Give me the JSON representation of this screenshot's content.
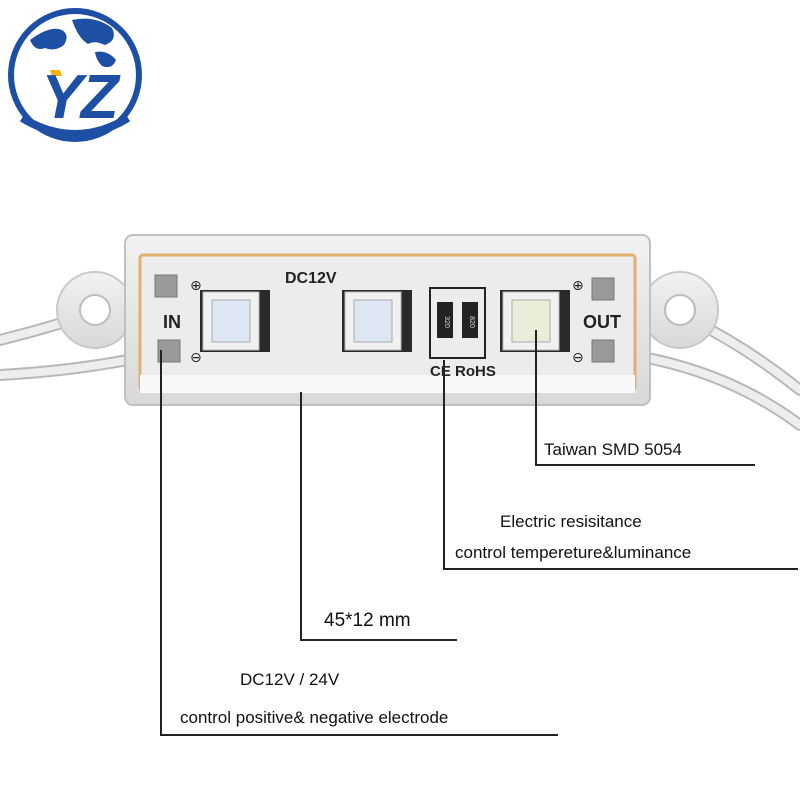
{
  "logo": {
    "letters": "YZ",
    "primary_color": "#1d4fa5",
    "accent_color": "#f5b400"
  },
  "module": {
    "voltage_label": "DC12V",
    "in_label": "IN",
    "out_label": "OUT",
    "plus_symbol": "⊕",
    "minus_symbol": "⊖",
    "resistor_1": "320",
    "resistor_2": "820",
    "cert_label": "CE RoHS"
  },
  "callouts": {
    "led": "Taiwan SMD 5054",
    "resistor_line1": "Electric resisitance",
    "resistor_line2": "control tempereture&luminance",
    "size": "45*12 mm",
    "voltage_line1": "DC12V / 24V",
    "voltage_line2": "control positive& negative electrode"
  }
}
